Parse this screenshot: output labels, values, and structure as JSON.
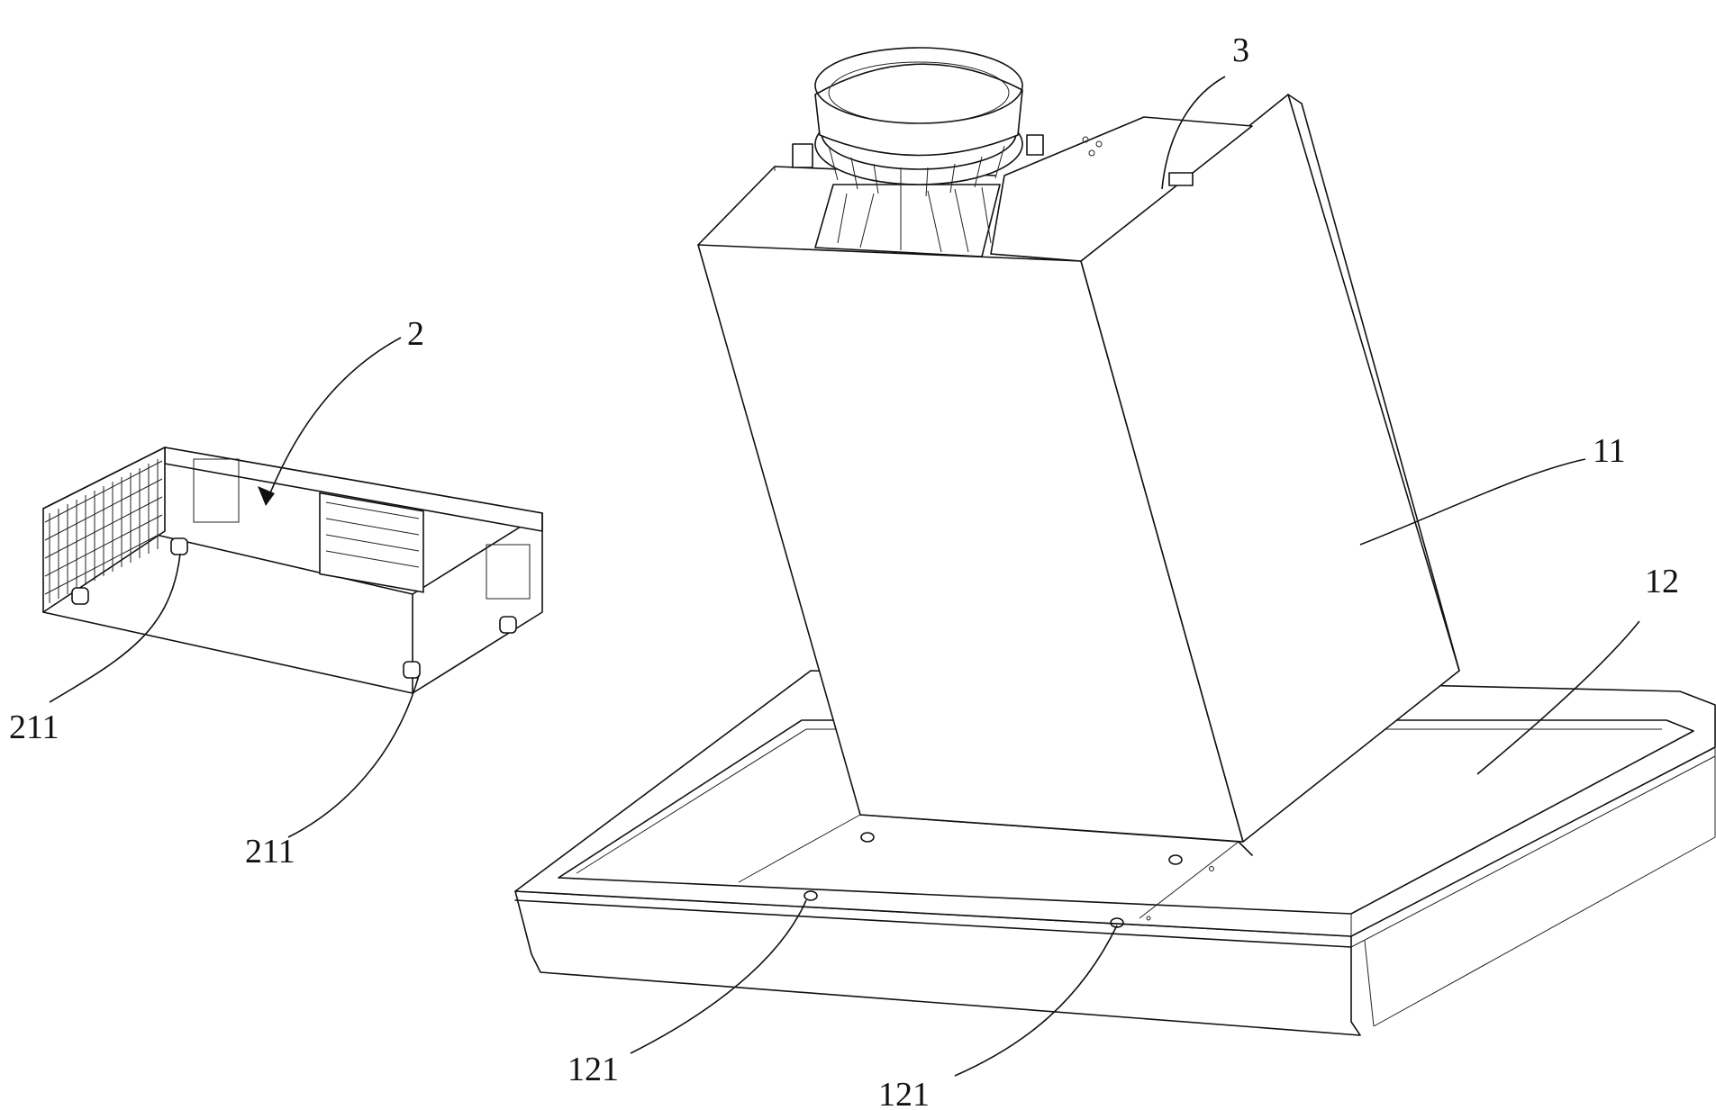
{
  "labels": {
    "part_2": "2",
    "part_3": "3",
    "part_11": "11",
    "part_12": "12",
    "part_211_left": "211",
    "part_211_bottom": "211",
    "part_121_left": "121",
    "part_121_right": "121"
  }
}
